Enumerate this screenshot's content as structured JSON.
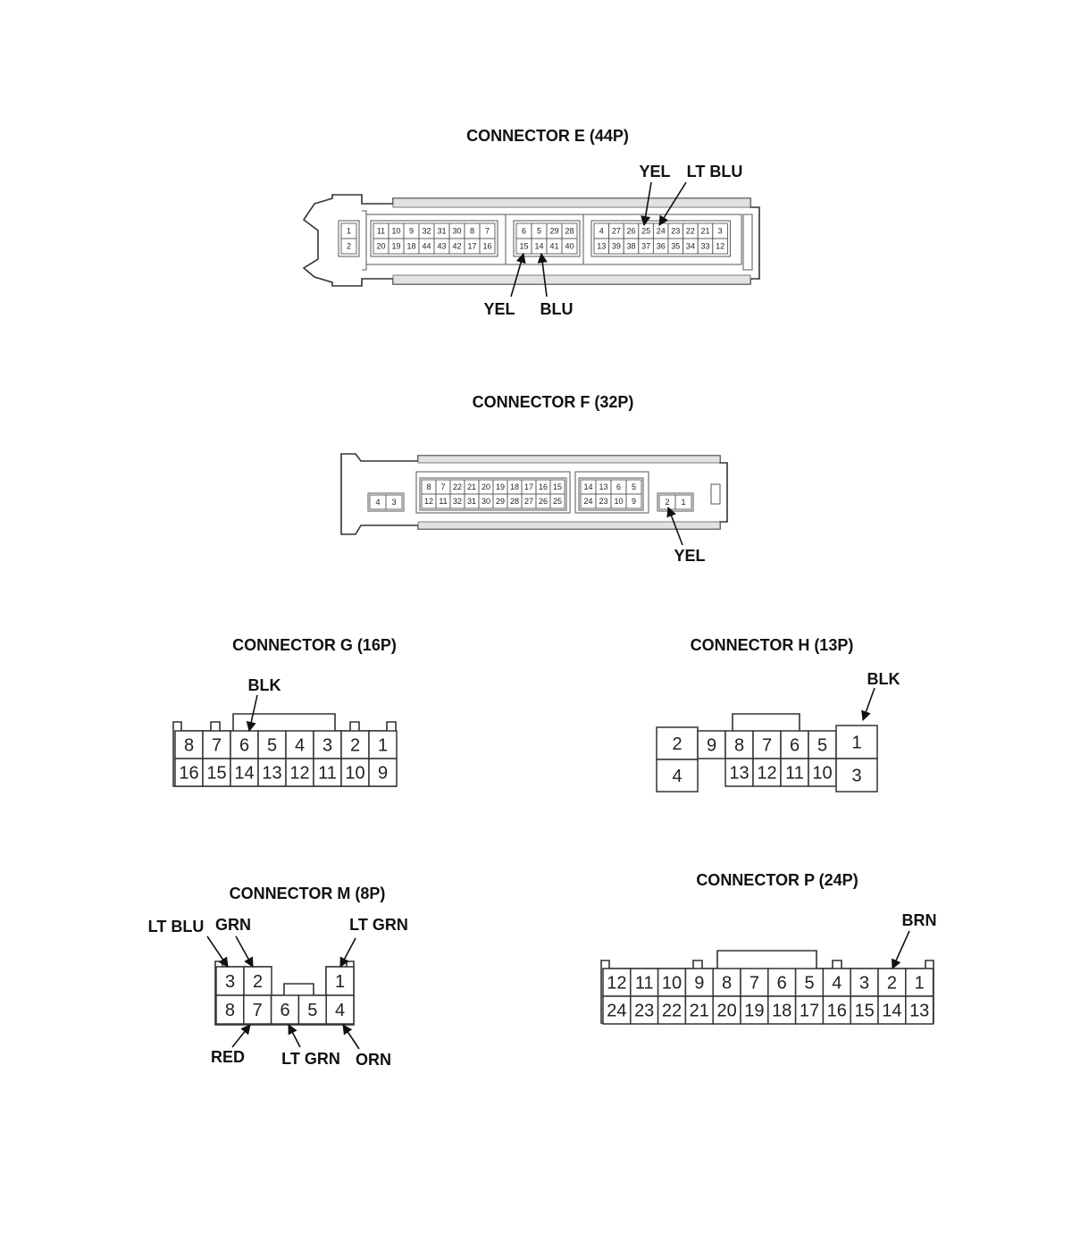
{
  "connectors": {
    "E": {
      "title": "CONNECTOR E (44P)",
      "groups": [
        [
          [
            "1"
          ],
          [
            "2"
          ]
        ],
        [
          [
            "11",
            "10",
            "9",
            "32",
            "31",
            "30",
            "8",
            "7"
          ],
          [
            "20",
            "19",
            "18",
            "44",
            "43",
            "42",
            "17",
            "16"
          ]
        ],
        [
          [
            "6",
            "5",
            "29",
            "28"
          ],
          [
            "15",
            "14",
            "41",
            "40"
          ]
        ],
        [
          [
            "4",
            "27",
            "26",
            "25",
            "24",
            "23",
            "22",
            "21",
            "3"
          ],
          [
            "13",
            "39",
            "38",
            "37",
            "36",
            "35",
            "34",
            "33",
            "12"
          ]
        ]
      ],
      "wires": [
        {
          "label": "YEL",
          "pin": "25"
        },
        {
          "label": "LT BLU",
          "pin": "24"
        },
        {
          "label": "YEL",
          "pin": "15"
        },
        {
          "label": "BLU",
          "pin": "14"
        }
      ]
    },
    "F": {
      "title": "CONNECTOR F (32P)",
      "groups": [
        [
          [
            "4",
            "3"
          ]
        ],
        [
          [
            "8",
            "7",
            "22",
            "21",
            "20",
            "19",
            "18",
            "17",
            "16",
            "15"
          ],
          [
            "12",
            "11",
            "32",
            "31",
            "30",
            "29",
            "28",
            "27",
            "26",
            "25"
          ]
        ],
        [
          [
            "14",
            "13",
            "6",
            "5"
          ],
          [
            "24",
            "23",
            "10",
            "9"
          ]
        ],
        [
          [
            "2",
            "1"
          ]
        ]
      ],
      "wires": [
        {
          "label": "YEL",
          "pin": "2"
        }
      ]
    },
    "G": {
      "title": "CONNECTOR G (16P)",
      "rows": [
        [
          "8",
          "7",
          "6",
          "5",
          "4",
          "3",
          "2",
          "1"
        ],
        [
          "16",
          "15",
          "14",
          "13",
          "12",
          "11",
          "10",
          "9"
        ]
      ],
      "wires": [
        {
          "label": "BLK",
          "pin": "6"
        }
      ]
    },
    "H": {
      "title": "CONNECTOR H (13P)",
      "left": [
        "2",
        "4"
      ],
      "mid_top": [
        "9",
        "8",
        "7",
        "6",
        "5"
      ],
      "mid_bottom": [
        "13",
        "12",
        "11",
        "10"
      ],
      "right": [
        "1",
        "3"
      ],
      "wires": [
        {
          "label": "BLK",
          "pin": "1"
        }
      ]
    },
    "M": {
      "title": "CONNECTOR M (8P)",
      "top": [
        "3",
        "2",
        "1"
      ],
      "bottom": [
        "8",
        "7",
        "6",
        "5",
        "4"
      ],
      "wires": [
        {
          "label": "LT BLU",
          "pin": "3"
        },
        {
          "label": "GRN",
          "pin": "2"
        },
        {
          "label": "LT GRN",
          "pin": "1"
        },
        {
          "label": "RED",
          "pin": "7"
        },
        {
          "label": "LT GRN",
          "pin": "6"
        },
        {
          "label": "ORN",
          "pin": "4"
        }
      ]
    },
    "P": {
      "title": "CONNECTOR P (24P)",
      "rows": [
        [
          "12",
          "11",
          "10",
          "9",
          "8",
          "7",
          "6",
          "5",
          "4",
          "3",
          "2",
          "1"
        ],
        [
          "24",
          "23",
          "22",
          "21",
          "20",
          "19",
          "18",
          "17",
          "16",
          "15",
          "14",
          "13"
        ]
      ],
      "wires": [
        {
          "label": "BRN",
          "pin": "2"
        }
      ]
    }
  }
}
